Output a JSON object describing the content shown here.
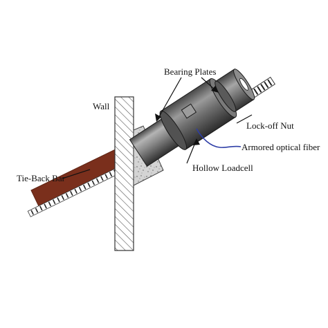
{
  "labels": {
    "bearing_plates": "Bearing Plates",
    "wall": "Wall",
    "lock_off_nut": "Lock-off Nut",
    "armored_optical_fiber": "Armored optical fiber",
    "hollow_loadcell": "Hollow Loadcell",
    "tie_back_bar": "Tie-Back Bar"
  },
  "colors": {
    "tie_back_bar": "#a8523a",
    "fiber": "#2d3da6",
    "concrete_wedge": "#cfcfcf",
    "steel_body": "#6f6f6f",
    "wall_hatch": "#444444"
  }
}
